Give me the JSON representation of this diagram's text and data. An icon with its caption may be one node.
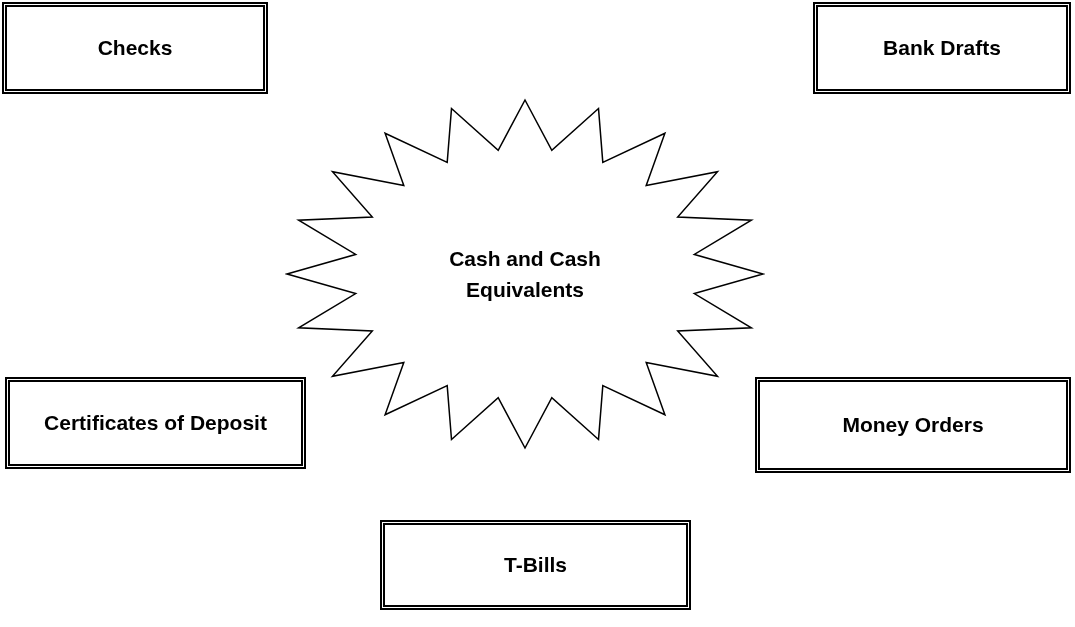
{
  "diagram": {
    "nodes": [
      {
        "text": [
          "Cash and Cash Equivalents"
        ]
      },
      {
        "text": [
          "Checks"
        ]
      },
      {
        "text": [
          "Bank Drafts"
        ]
      },
      {
        "text": [
          "Certificates of Deposit"
        ]
      },
      {
        "text": [
          "Money Orders"
        ]
      },
      {
        "text": [
          "T-Bills"
        ]
      }
    ],
    "edges": []
  }
}
